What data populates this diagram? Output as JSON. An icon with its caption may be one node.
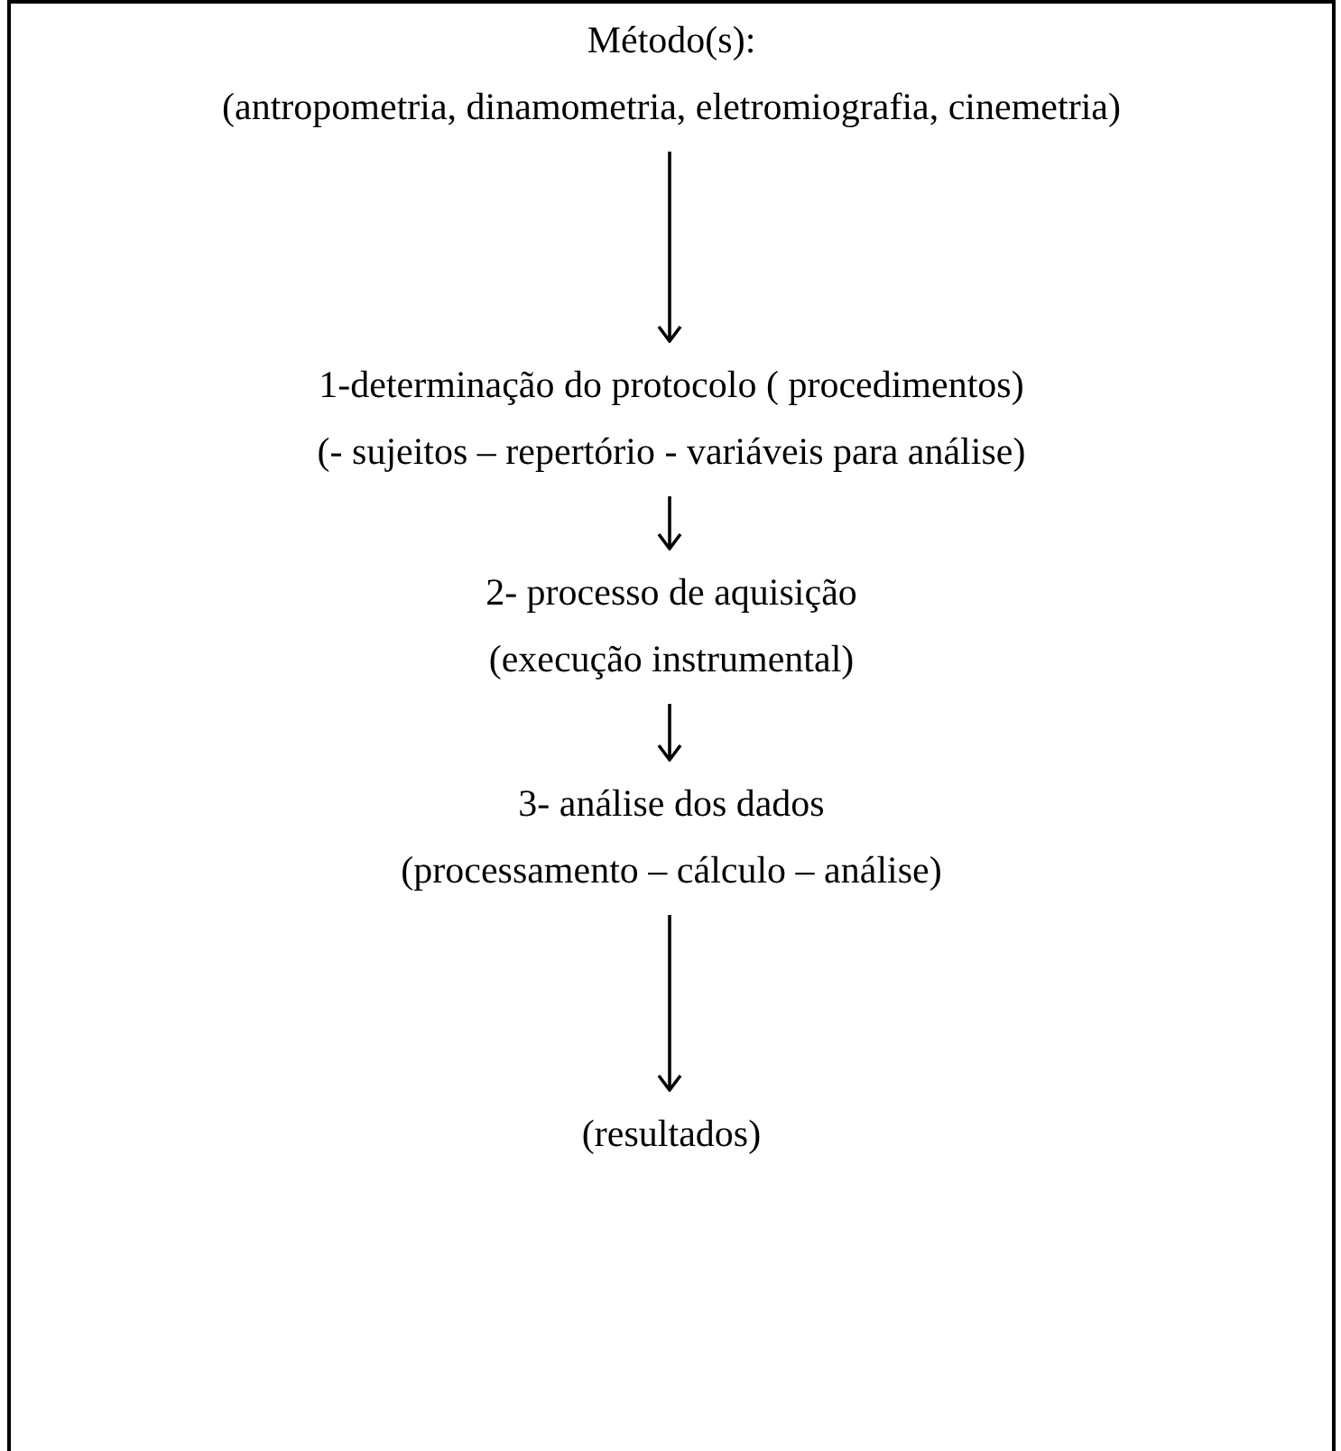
{
  "diagram": {
    "nodes": [
      {
        "text": [
          "Método(s):",
          "(antropometria, dinamometria, eletromiografia, cinemetria)"
        ]
      },
      {
        "text": [
          "1-determinação do protocolo ( procedimentos)",
          "(- sujeitos – repertório - variáveis para análise)"
        ]
      },
      {
        "text": [
          "2- processo de aquisição",
          "(execução instrumental)"
        ]
      },
      {
        "text": [
          "3-  análise dos dados",
          "(processamento – cálculo – análise)"
        ]
      },
      {
        "text": [
          "(resultados)"
        ]
      }
    ],
    "edges": [
      {
        "from": 0,
        "to": 1,
        "arrow": "to"
      },
      {
        "from": 1,
        "to": 2,
        "arrow": "to"
      },
      {
        "from": 2,
        "to": 3,
        "arrow": "to"
      },
      {
        "from": 3,
        "to": 4,
        "arrow": "to"
      }
    ]
  }
}
